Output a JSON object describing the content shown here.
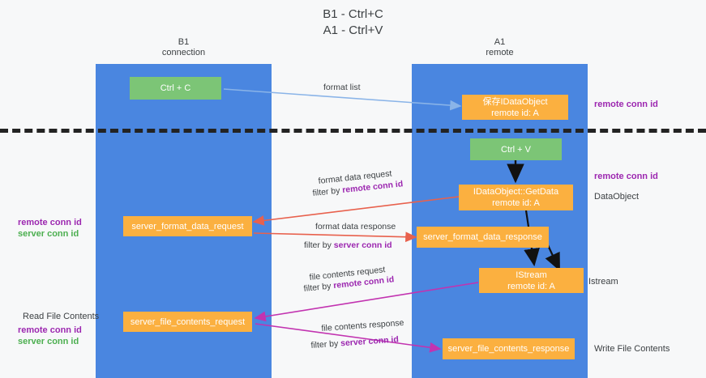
{
  "title": "B1 - Ctrl+C\nA1 - Ctrl+V",
  "columns": {
    "left": {
      "name": "B1",
      "role": "connection",
      "header": "B1\nconnection"
    },
    "right": {
      "name": "A1",
      "role": "remote",
      "header": "A1\nremote"
    }
  },
  "nodes": {
    "ctrl_c": {
      "label": "Ctrl + C",
      "color": "#7cc576"
    },
    "ctrl_v": {
      "label": "Ctrl + V",
      "color": "#7cc576"
    },
    "save_idataobject": {
      "label": "保存IDataObject\nremote id: A",
      "color": "#fbb040"
    },
    "idataobject_getdata": {
      "label": "IDataObject::GetData\nremote id: A",
      "color": "#fbb040"
    },
    "server_format_data_request": {
      "label": "server_format_data_request",
      "color": "#fbb040"
    },
    "server_format_data_response": {
      "label": "server_format_data_response",
      "color": "#fbb040"
    },
    "istream": {
      "label": "IStream\nremote id: A",
      "color": "#fbb040"
    },
    "server_file_contents_request": {
      "label": "server_file_contents_request",
      "color": "#fbb040"
    },
    "server_file_contents_response": {
      "label": "server_file_contents_response",
      "color": "#fbb040"
    }
  },
  "edge_labels": {
    "format_list": "format list",
    "format_data_request": "format data request",
    "format_data_request_filter_prefix": "filter by ",
    "format_data_request_filter_key": "remote conn id",
    "format_data_response": "format data response",
    "format_data_response_filter_prefix": "filter by ",
    "format_data_response_filter_key": "server conn id",
    "file_contents_request": "file contents request",
    "file_contents_request_filter_prefix": "filter by ",
    "file_contents_request_filter_key": "remote conn id",
    "file_contents_response": "file contents response",
    "file_contents_response_filter_prefix": "filter by ",
    "file_contents_response_filter_key": "server conn id"
  },
  "annotations": {
    "right_remote_conn_id_top": "remote conn id",
    "right_remote_conn_id_mid": "remote conn id",
    "right_dataobject": "DataObject",
    "right_istream": "Istream",
    "right_write_file_contents": "Write File Contents",
    "left_mid_remote": "remote conn id",
    "left_mid_server": "server conn id",
    "left_read_file_contents": "Read File Contents",
    "left_bottom_remote": "remote conn id",
    "left_bottom_server": "server conn id"
  },
  "colors": {
    "lane": "#4a86e0",
    "green_node": "#7cc576",
    "orange_node": "#fbb040",
    "purple_text": "#9c27b0",
    "green_text": "#4caf50",
    "arrow_blue": "#8ab4e8",
    "arrow_red": "#e8614d",
    "arrow_magenta": "#c233b0",
    "arrow_black": "#111111",
    "background": "#f7f8f9",
    "divider": "#232323"
  }
}
